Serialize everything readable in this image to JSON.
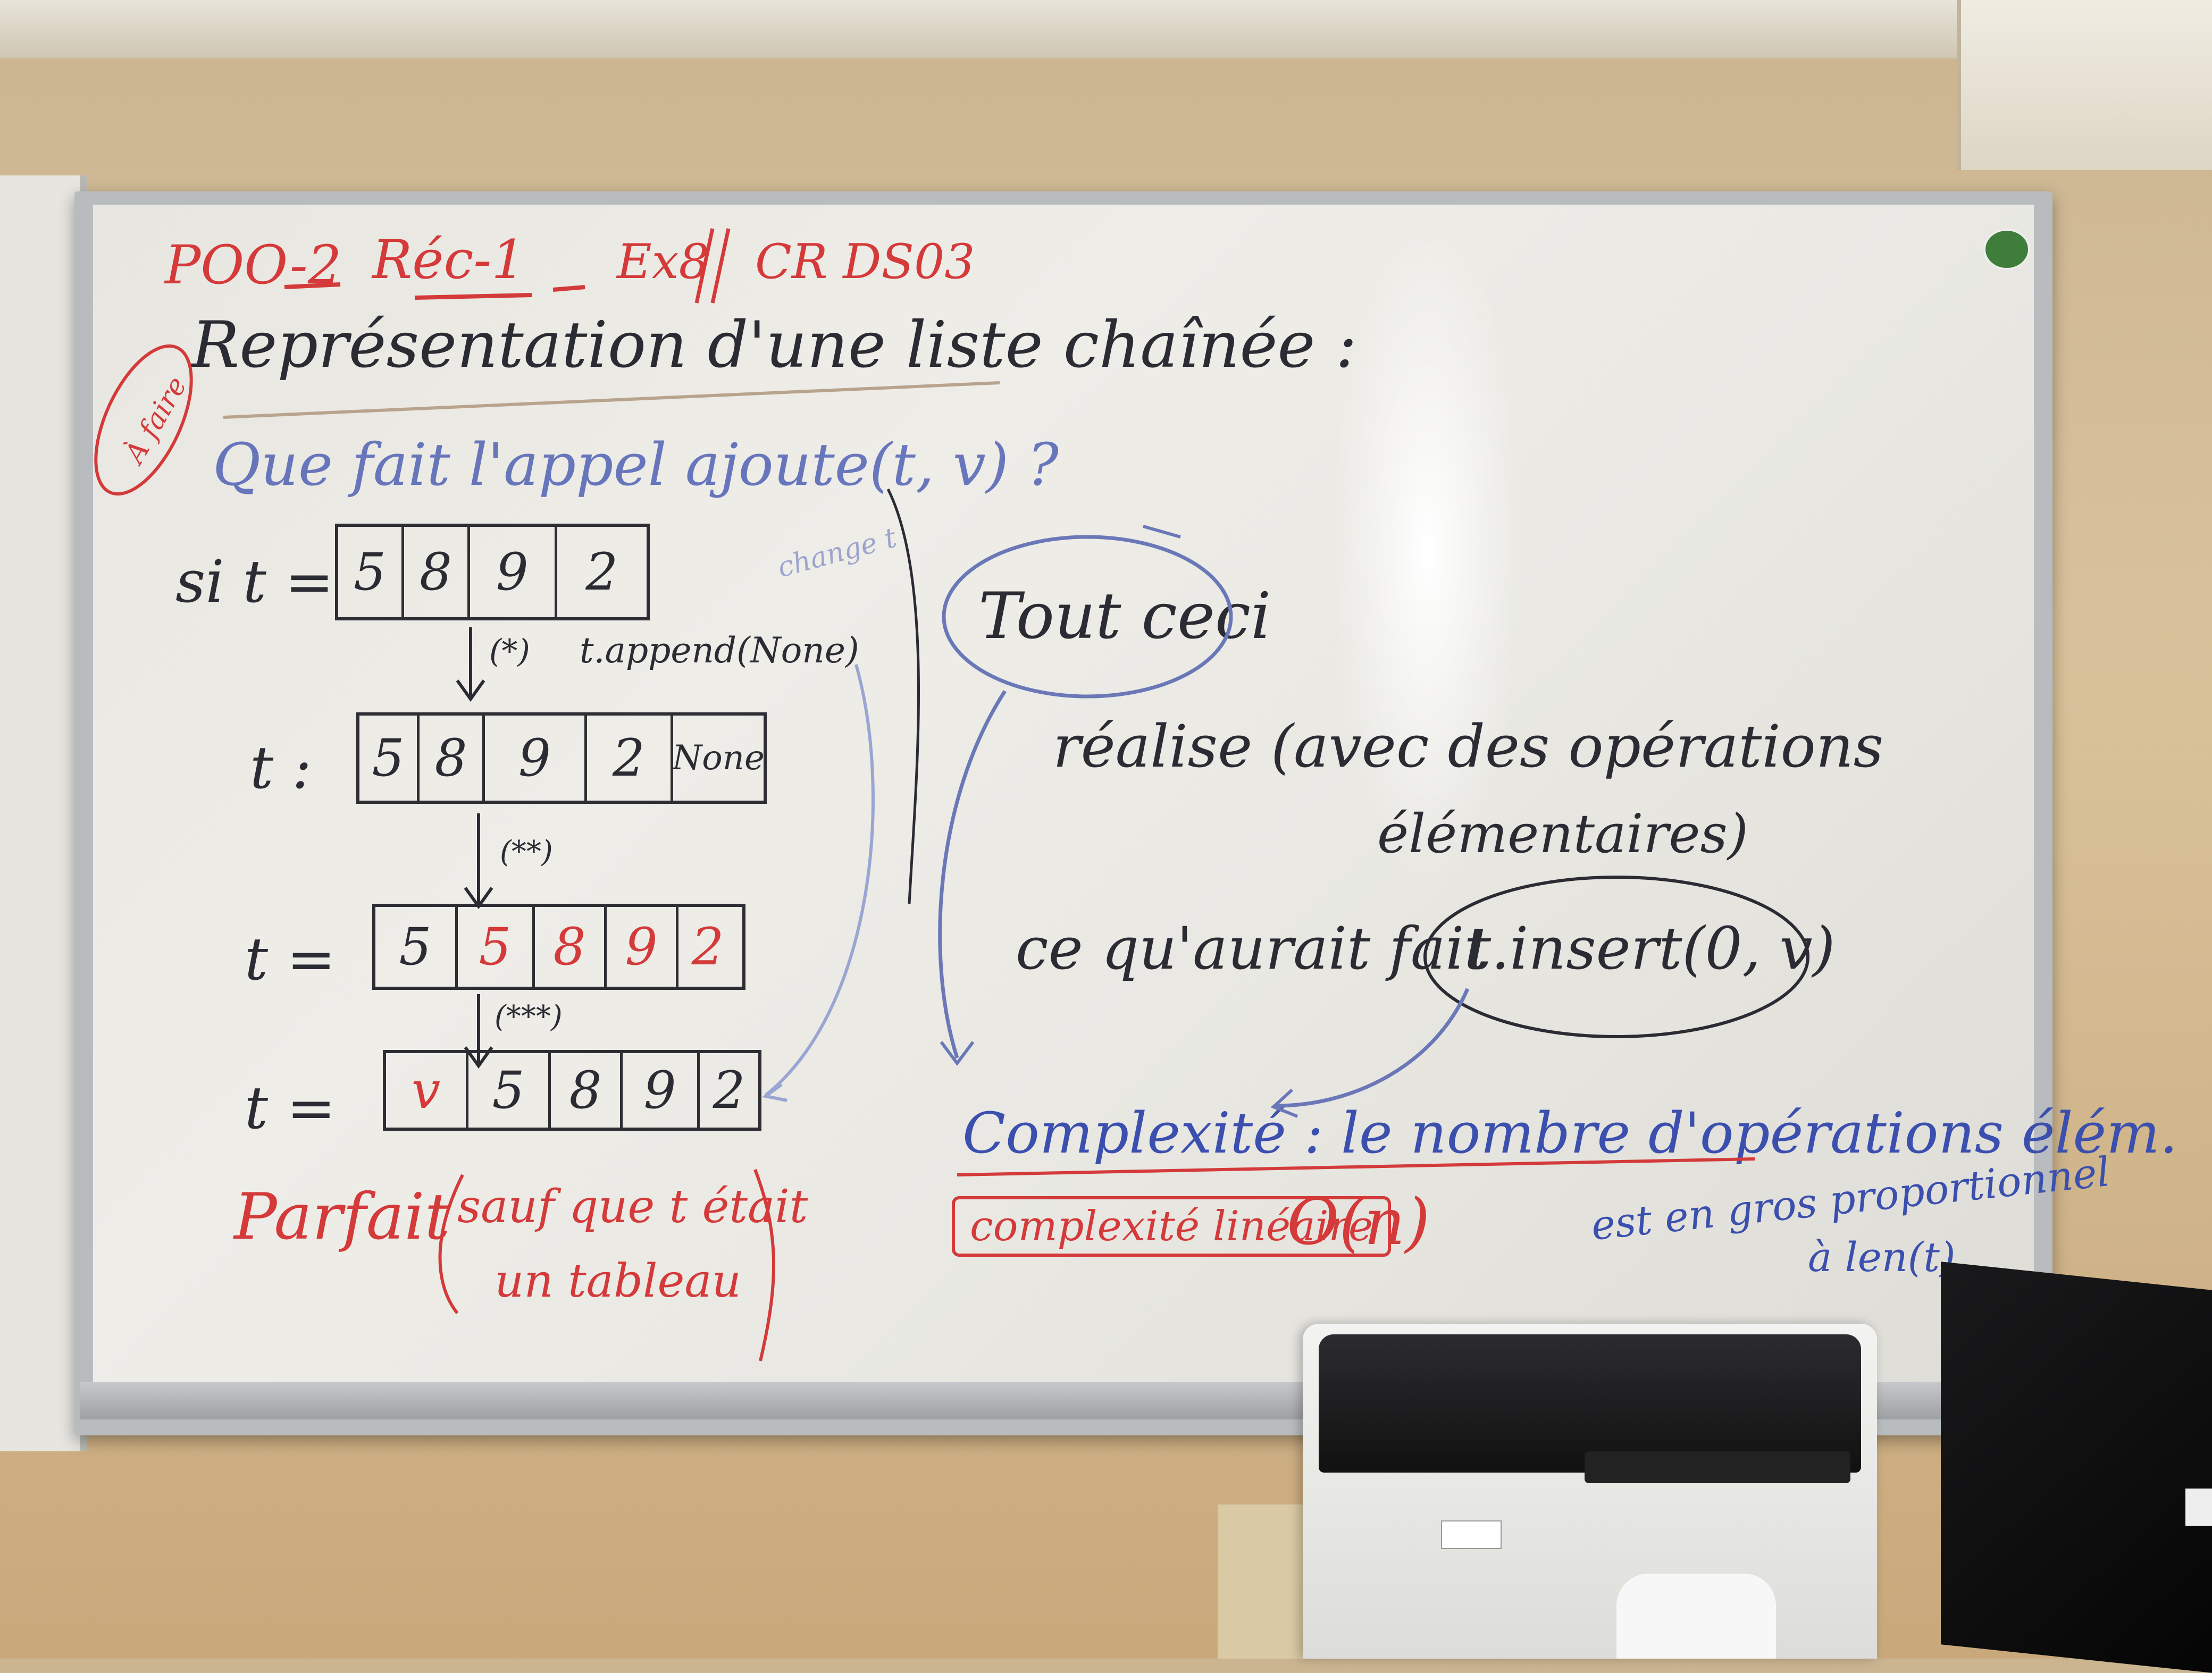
{
  "board": {
    "header_chain": [
      "POO-2",
      "Réc-1",
      "Ex8",
      "CR DS03"
    ],
    "heading": "Représentation d'une liste chaînée :",
    "circled_note": "À faire",
    "question": "Que fait l'appel ajoute(t, v) ?",
    "side_note": "change t",
    "arrays": [
      {
        "label": "si t =",
        "cells": [
          "5",
          "8",
          "9",
          "2"
        ]
      },
      {
        "label": "t :",
        "cells": [
          "5",
          "8",
          "9",
          "2",
          "None"
        ]
      },
      {
        "label": "t =",
        "cells": [
          "5",
          "5",
          "8",
          "9",
          "2"
        ]
      },
      {
        "label": "t =",
        "cells": [
          "v",
          "5",
          "8",
          "9",
          "2"
        ]
      }
    ],
    "step1_marker": "(*)",
    "step1_code": "t.append(None)",
    "step2_marker": "(**)",
    "step3_marker": "(***)",
    "verdict": "Parfait",
    "verdict_note_line1": "sauf que t était",
    "verdict_note_line2": "un tableau",
    "right_circle": "Tout ceci",
    "right_line1": "réalise (avec des opérations",
    "right_line2": "élémentaires)",
    "right_line3": "ce qu'aurait fait",
    "right_code": "t.insert(0, v)",
    "complexity_line": "Complexité : le nombre d'opérations élém.",
    "complexity_tail1": "est en gros proportionnel",
    "complexity_tail2": "à len(t)",
    "complexity_box": "complexité linéaire",
    "big_o": "O(n)"
  },
  "colors": {
    "red_marker": "#d43a3a",
    "blue_marker": "#3b4fae",
    "black_marker": "#2b2b33",
    "wall": "#d9c29b"
  }
}
